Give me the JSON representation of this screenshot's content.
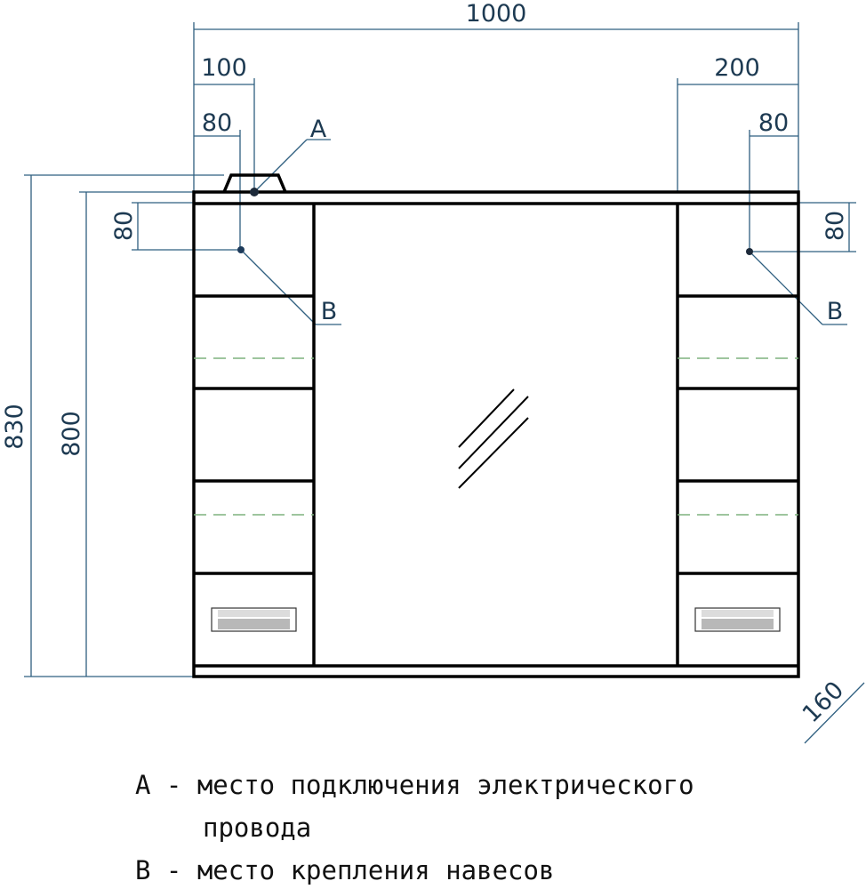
{
  "dimensions": {
    "total_width": "1000",
    "left_offset_a": "100",
    "left_offset_b": "80",
    "right_offset": "200",
    "right_offset_b": "80",
    "total_height": "830",
    "body_height": "800",
    "left_b_drop": "80",
    "right_b_drop": "80",
    "depth": "160"
  },
  "markers": {
    "a": "A",
    "b_left": "B",
    "b_right": "B"
  },
  "legend": {
    "line1": "A - место подключения электрического",
    "line2": "провода",
    "line3": "B - место крепления навесов"
  },
  "colors": {
    "outline": "#000000",
    "dimension": "#2f5f80",
    "dashed_shelf": "#7fb27f",
    "handle": "#bdbdbd"
  }
}
